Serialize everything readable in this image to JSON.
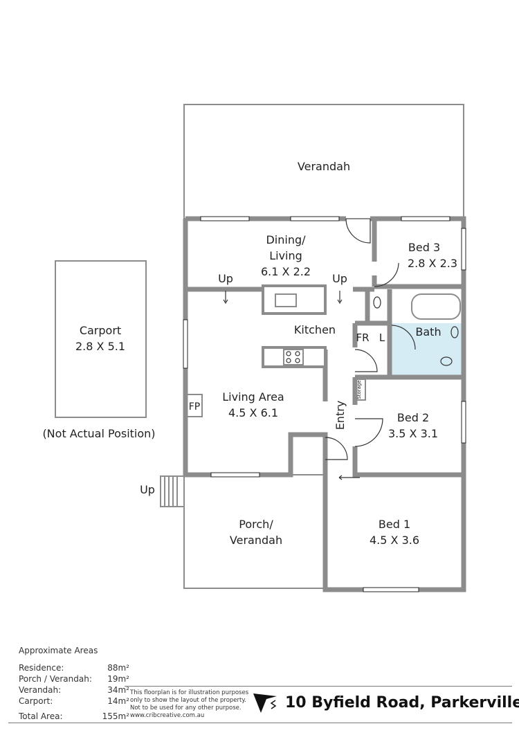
{
  "rooms": {
    "verandah": {
      "name": "Verandah"
    },
    "dining": {
      "name1": "Dining/",
      "name2": "Living",
      "dims": "6.1 X 2.2"
    },
    "bed3": {
      "name": "Bed 3",
      "dims": "2.8 X 2.3"
    },
    "kitchen": {
      "name": "Kitchen"
    },
    "bath": {
      "name": "Bath"
    },
    "fridge": {
      "name": "FR"
    },
    "laundry": {
      "name": "L"
    },
    "storage": {
      "name": "Storage"
    },
    "living": {
      "name": "Living Area",
      "dims": "4.5 X 6.1"
    },
    "fireplace": {
      "name": "FP"
    },
    "entry": {
      "name": "Entry"
    },
    "bed2": {
      "name": "Bed 2",
      "dims": "3.5 X 3.1"
    },
    "porch": {
      "name1": "Porch/",
      "name2": "Verandah"
    },
    "bed1": {
      "name": "Bed 1",
      "dims": "4.5 X 3.6"
    },
    "carport": {
      "name": "Carport",
      "dims": "2.8 X 5.1",
      "note": "(Not Actual Position)"
    }
  },
  "step_labels": {
    "up1": "Up",
    "up2": "Up",
    "up3": "Up"
  },
  "areas": {
    "title": "Approximate Areas",
    "rows": [
      {
        "label": "Residence:",
        "value": "88m²"
      },
      {
        "label": "Porch / Verandah:",
        "value": "19m²"
      },
      {
        "label": "Verandah:",
        "value": "34m²"
      },
      {
        "label": "Carport:",
        "value": "14m²"
      }
    ],
    "total": {
      "label": "Total Area:",
      "value": "155m²"
    }
  },
  "disclaimer": [
    "This floorplan is for illustration purposes",
    "only to show the layout of the property.",
    "Not to be used for any other purpose.",
    "www.cribcreative.com.au"
  ],
  "address": "10 Byfield Road, Parkerville",
  "colors": {
    "wall": "#8c8c8c",
    "wet_area": "#d6ecf5"
  }
}
